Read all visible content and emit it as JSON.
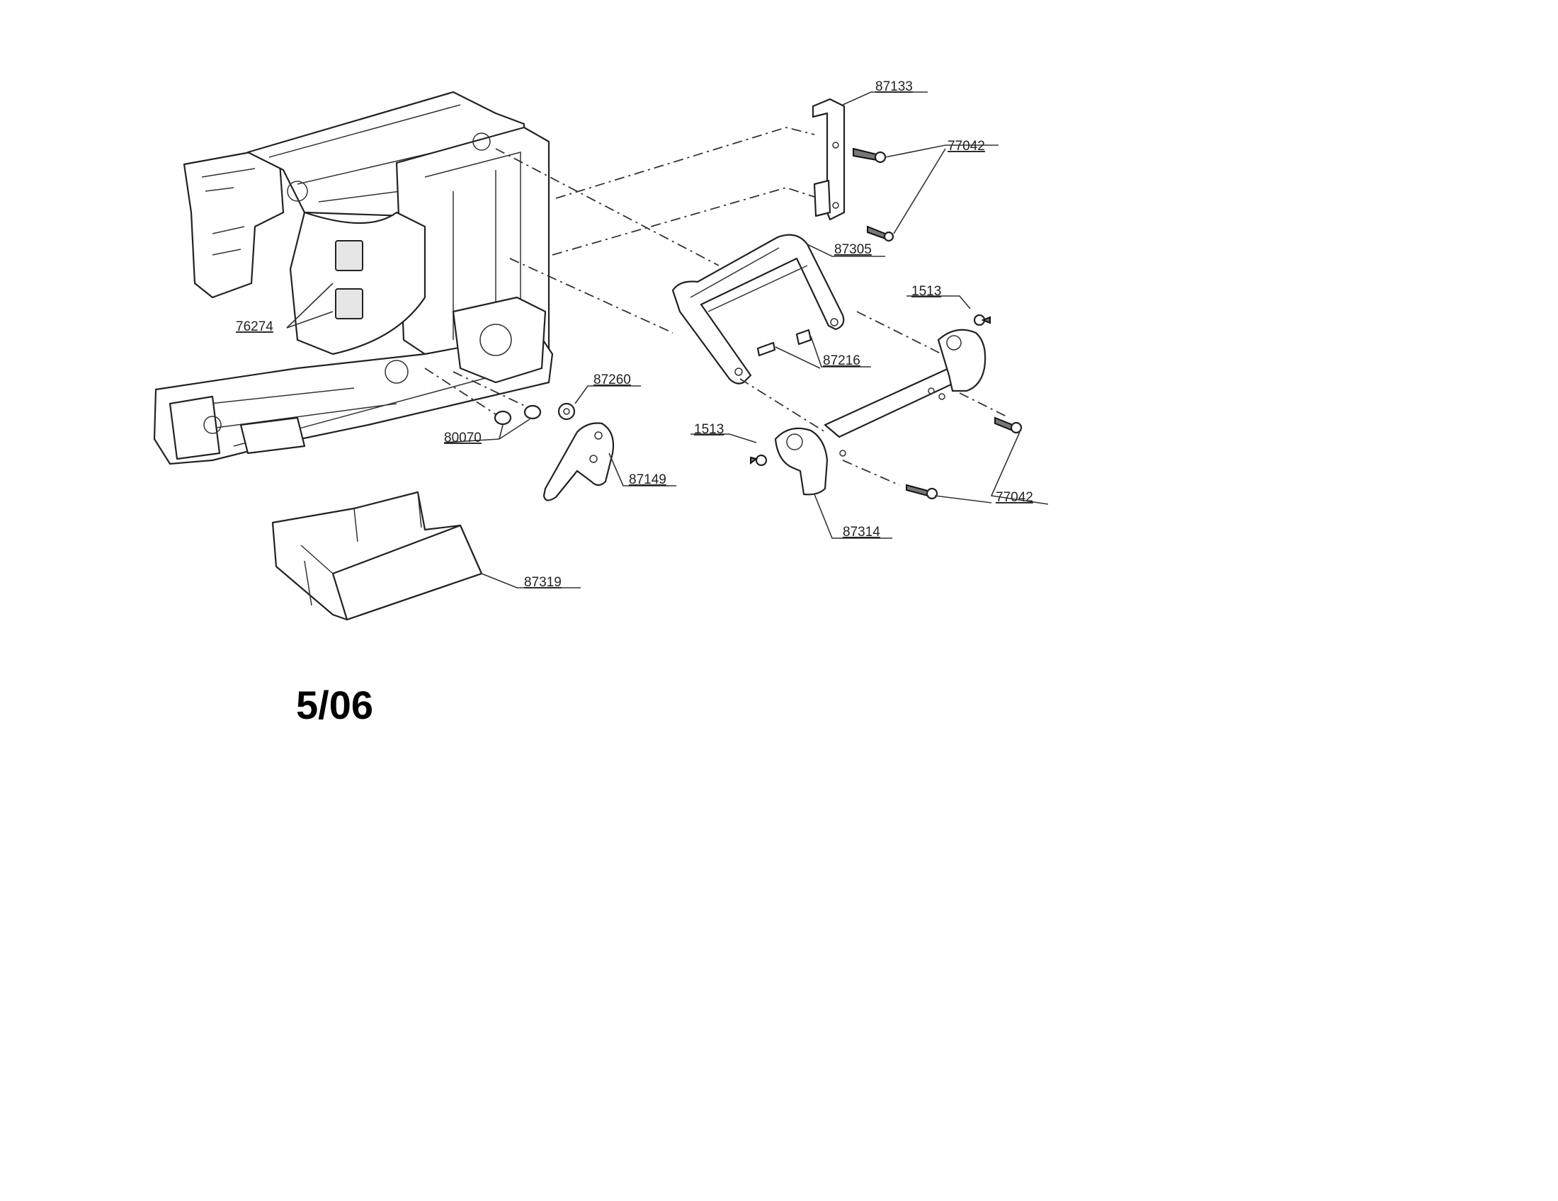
{
  "diagram": {
    "callouts": {
      "p87133": "87133",
      "p77042_top": "77042",
      "p87305": "87305",
      "p1513_right": "1513",
      "p76274": "76274",
      "p87216": "87216",
      "p87260": "87260",
      "p1513_left": "1513",
      "p80070": "80070",
      "p87149": "87149",
      "p77042_bottom": "77042",
      "p87314": "87314",
      "p87319": "87319"
    },
    "date_code": "5/06"
  }
}
